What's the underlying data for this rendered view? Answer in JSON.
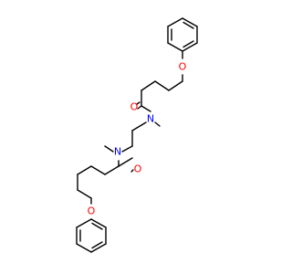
{
  "molecule": {
    "atom_labels": {
      "o_ether_top": "O",
      "o_carbonyl_top": "O",
      "n_top": "N",
      "n_bottom": "N",
      "o_carbonyl_bottom": "O",
      "o_ether_bottom": "O"
    },
    "colors": {
      "bond": "#000000",
      "oxygen": "#ff0000",
      "nitrogen": "#0000ff"
    }
  }
}
